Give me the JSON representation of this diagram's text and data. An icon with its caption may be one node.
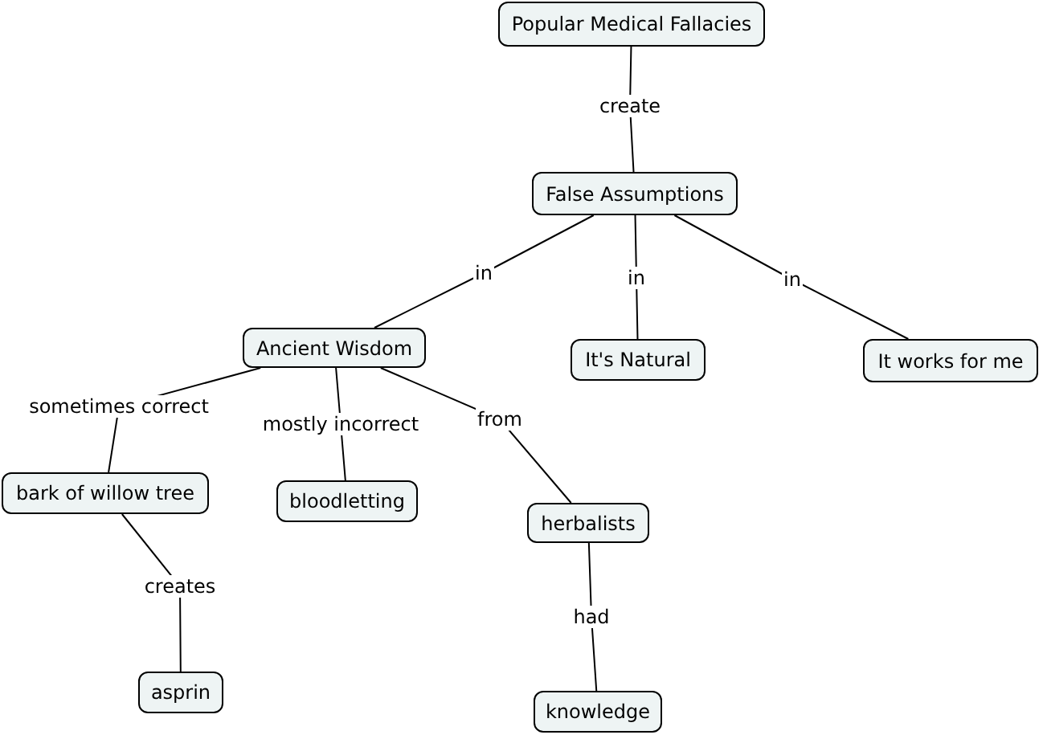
{
  "diagram": {
    "nodes": [
      {
        "text": [
          "Popular Medical Fallacies"
        ]
      },
      {
        "text": [
          "False Assumptions"
        ]
      },
      {
        "text": [
          "Ancient Wisdom"
        ]
      },
      {
        "text": [
          "It's Natural"
        ]
      },
      {
        "text": [
          "It works for me"
        ]
      },
      {
        "text": [
          "bark of willow tree"
        ]
      },
      {
        "text": [
          "bloodletting"
        ]
      },
      {
        "text": [
          "herbalists"
        ]
      },
      {
        "text": [
          "asprin"
        ]
      },
      {
        "text": [
          "knowledge"
        ]
      }
    ],
    "edges": [
      {
        "from": 0,
        "to": 1,
        "arrow": "none",
        "label": "create"
      },
      {
        "from": 1,
        "to": 2,
        "arrow": "none",
        "label": "in"
      },
      {
        "from": 1,
        "to": 3,
        "arrow": "none",
        "label": "in"
      },
      {
        "from": 1,
        "to": 4,
        "arrow": "none",
        "label": "in"
      },
      {
        "from": 2,
        "to": 5,
        "arrow": "none",
        "label": "sometimes correct"
      },
      {
        "from": 2,
        "to": 6,
        "arrow": "none",
        "label": "mostly incorrect"
      },
      {
        "from": 2,
        "to": 7,
        "arrow": "none",
        "label": "from"
      },
      {
        "from": 5,
        "to": 8,
        "arrow": "none",
        "label": "creates"
      },
      {
        "from": 7,
        "to": 9,
        "arrow": "none",
        "label": "had"
      }
    ]
  }
}
